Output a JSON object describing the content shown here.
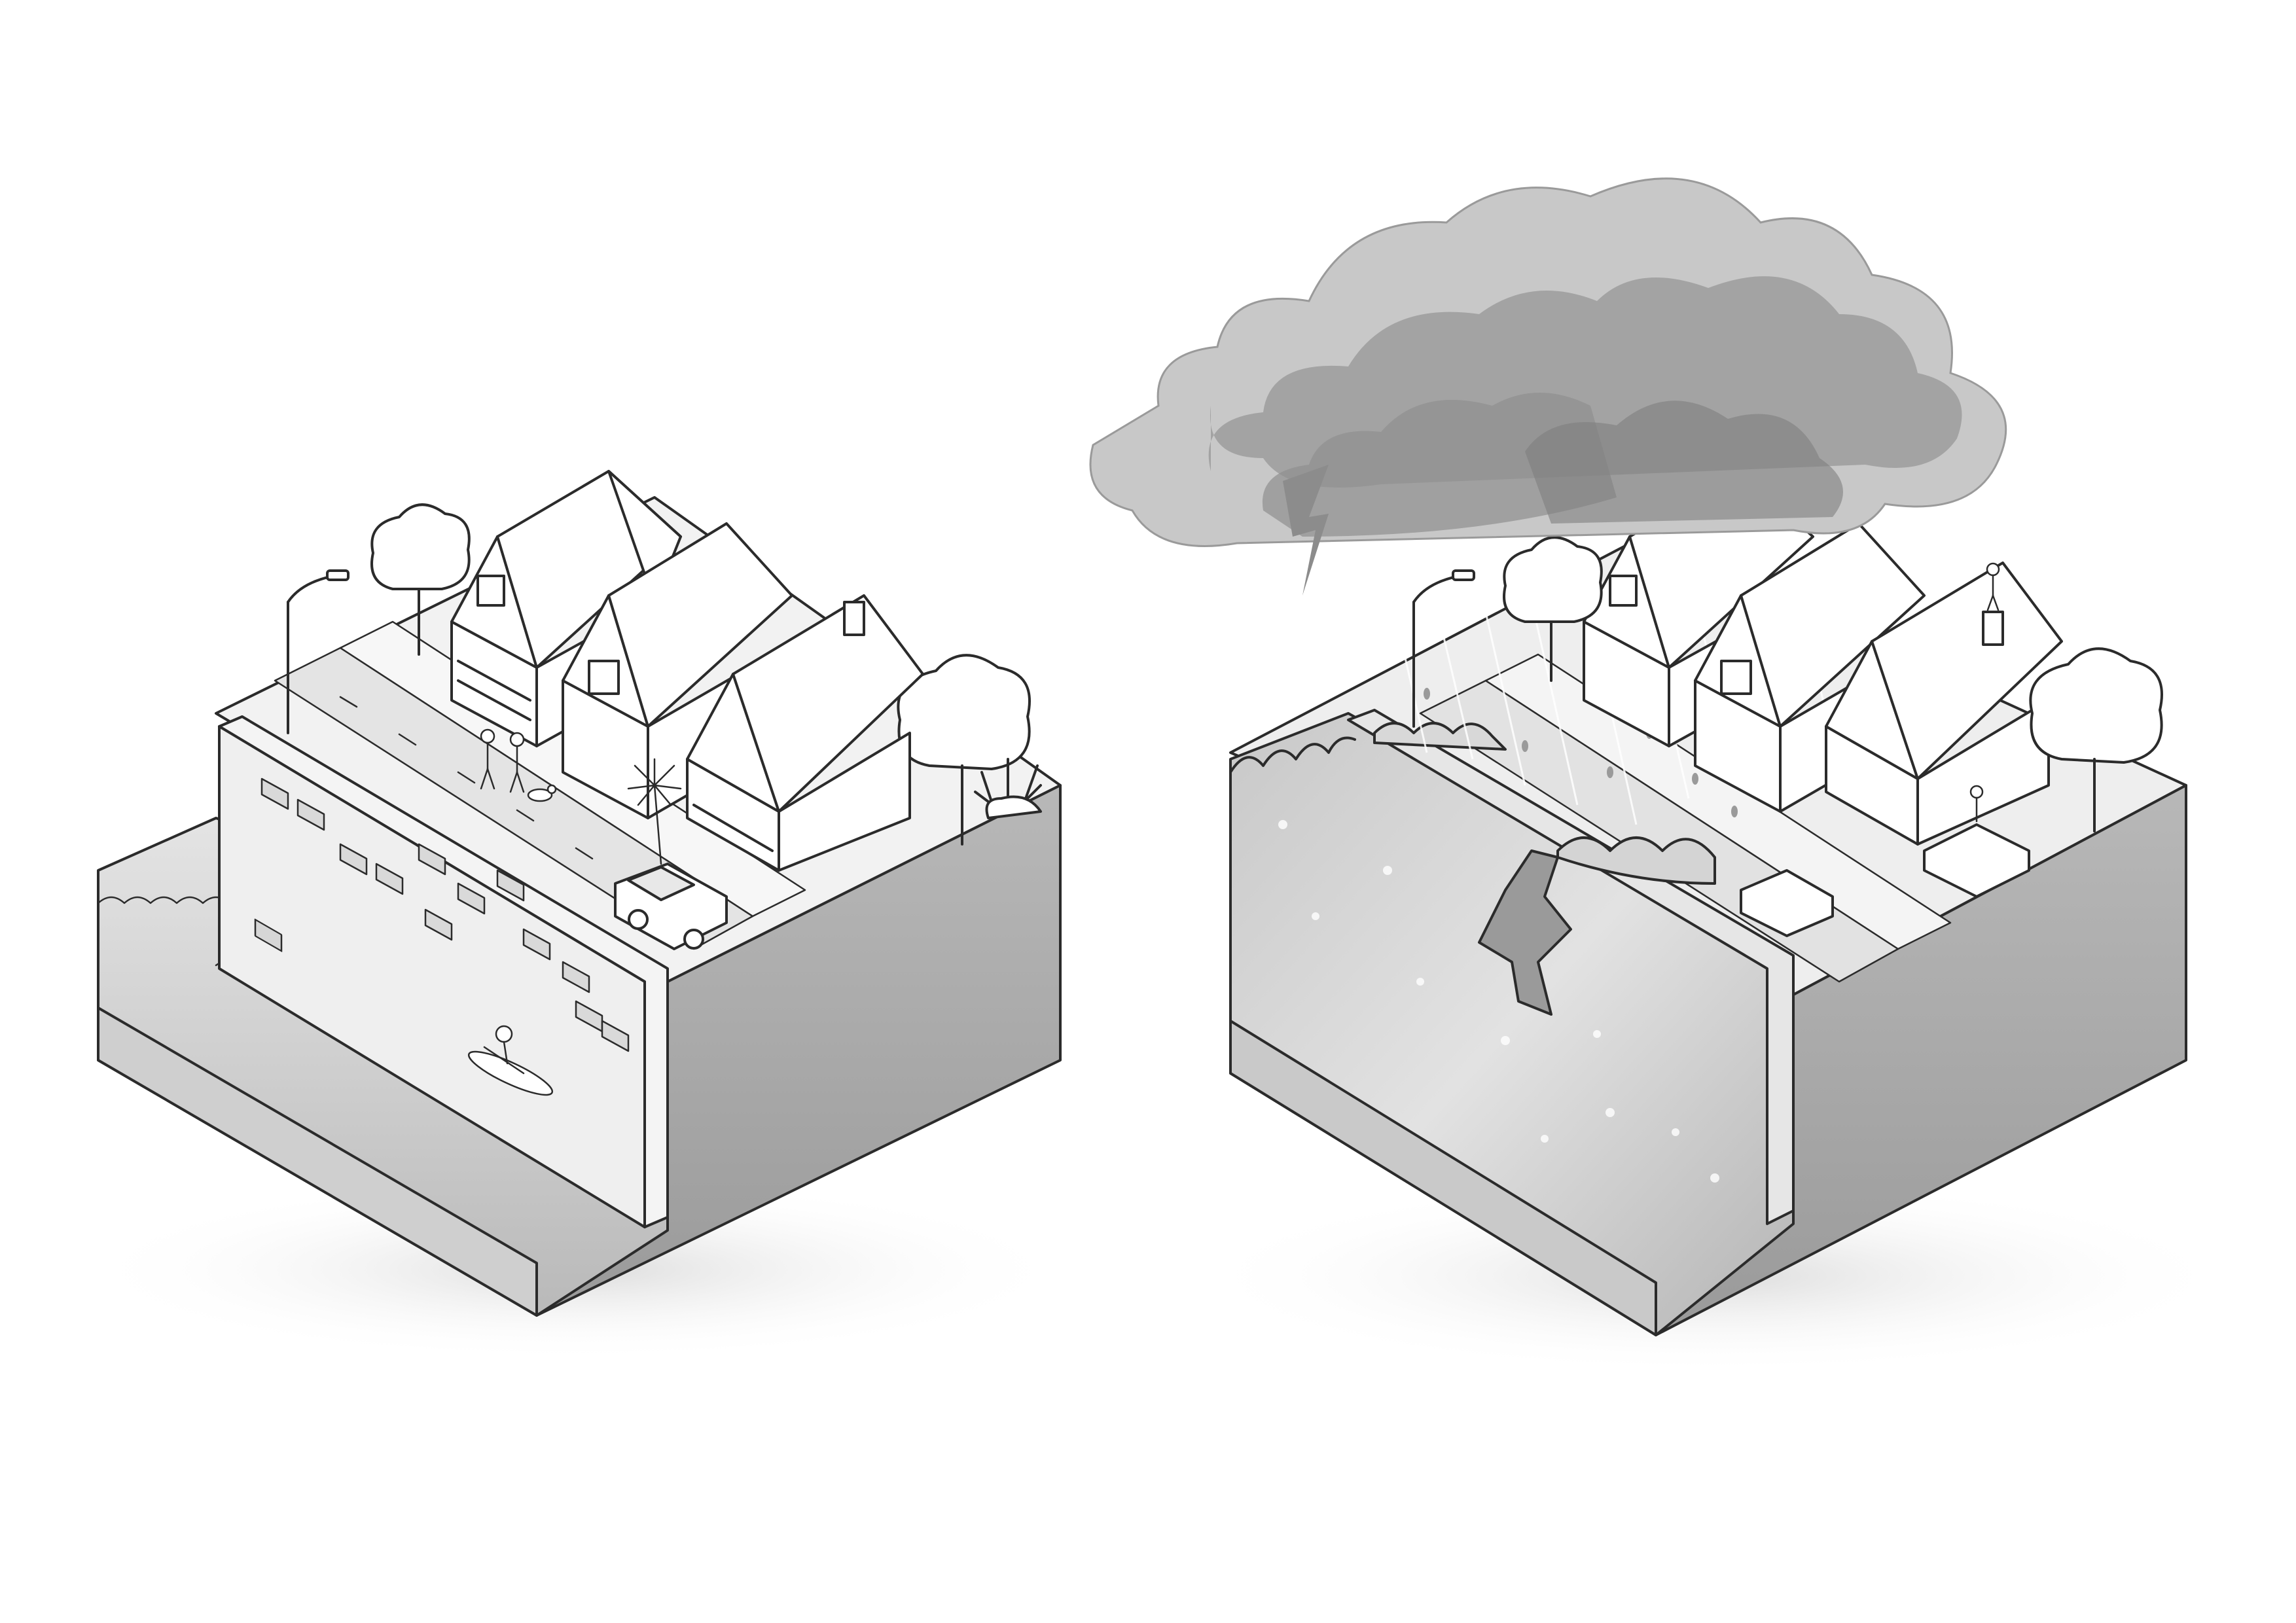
{
  "scenes": [
    {
      "id": "normal",
      "state": "seawall-intact"
    },
    {
      "id": "storm",
      "state": "seawall-breached"
    }
  ],
  "palette": {
    "background": "#ffffff",
    "ground_top": "#ededed",
    "ground_front": "#d3d3d3",
    "ground_side": "#a9a9a9",
    "water": "#d8d8d8",
    "water_deep": "#c4c4c4",
    "cloud_light": "#c9c9c9",
    "cloud_dark": "#9a9a9a",
    "line": "#2b2b2b",
    "house": "#ffffff"
  },
  "icons": {
    "left": [
      "house",
      "tree",
      "street-lamp",
      "walkers",
      "dog",
      "car",
      "kayak",
      "palm",
      "bush"
    ],
    "right": [
      "house",
      "tree",
      "street-lamp",
      "car",
      "storm-cloud",
      "lightning",
      "rain",
      "person-on-roof",
      "person-on-car",
      "wall-crack"
    ]
  }
}
